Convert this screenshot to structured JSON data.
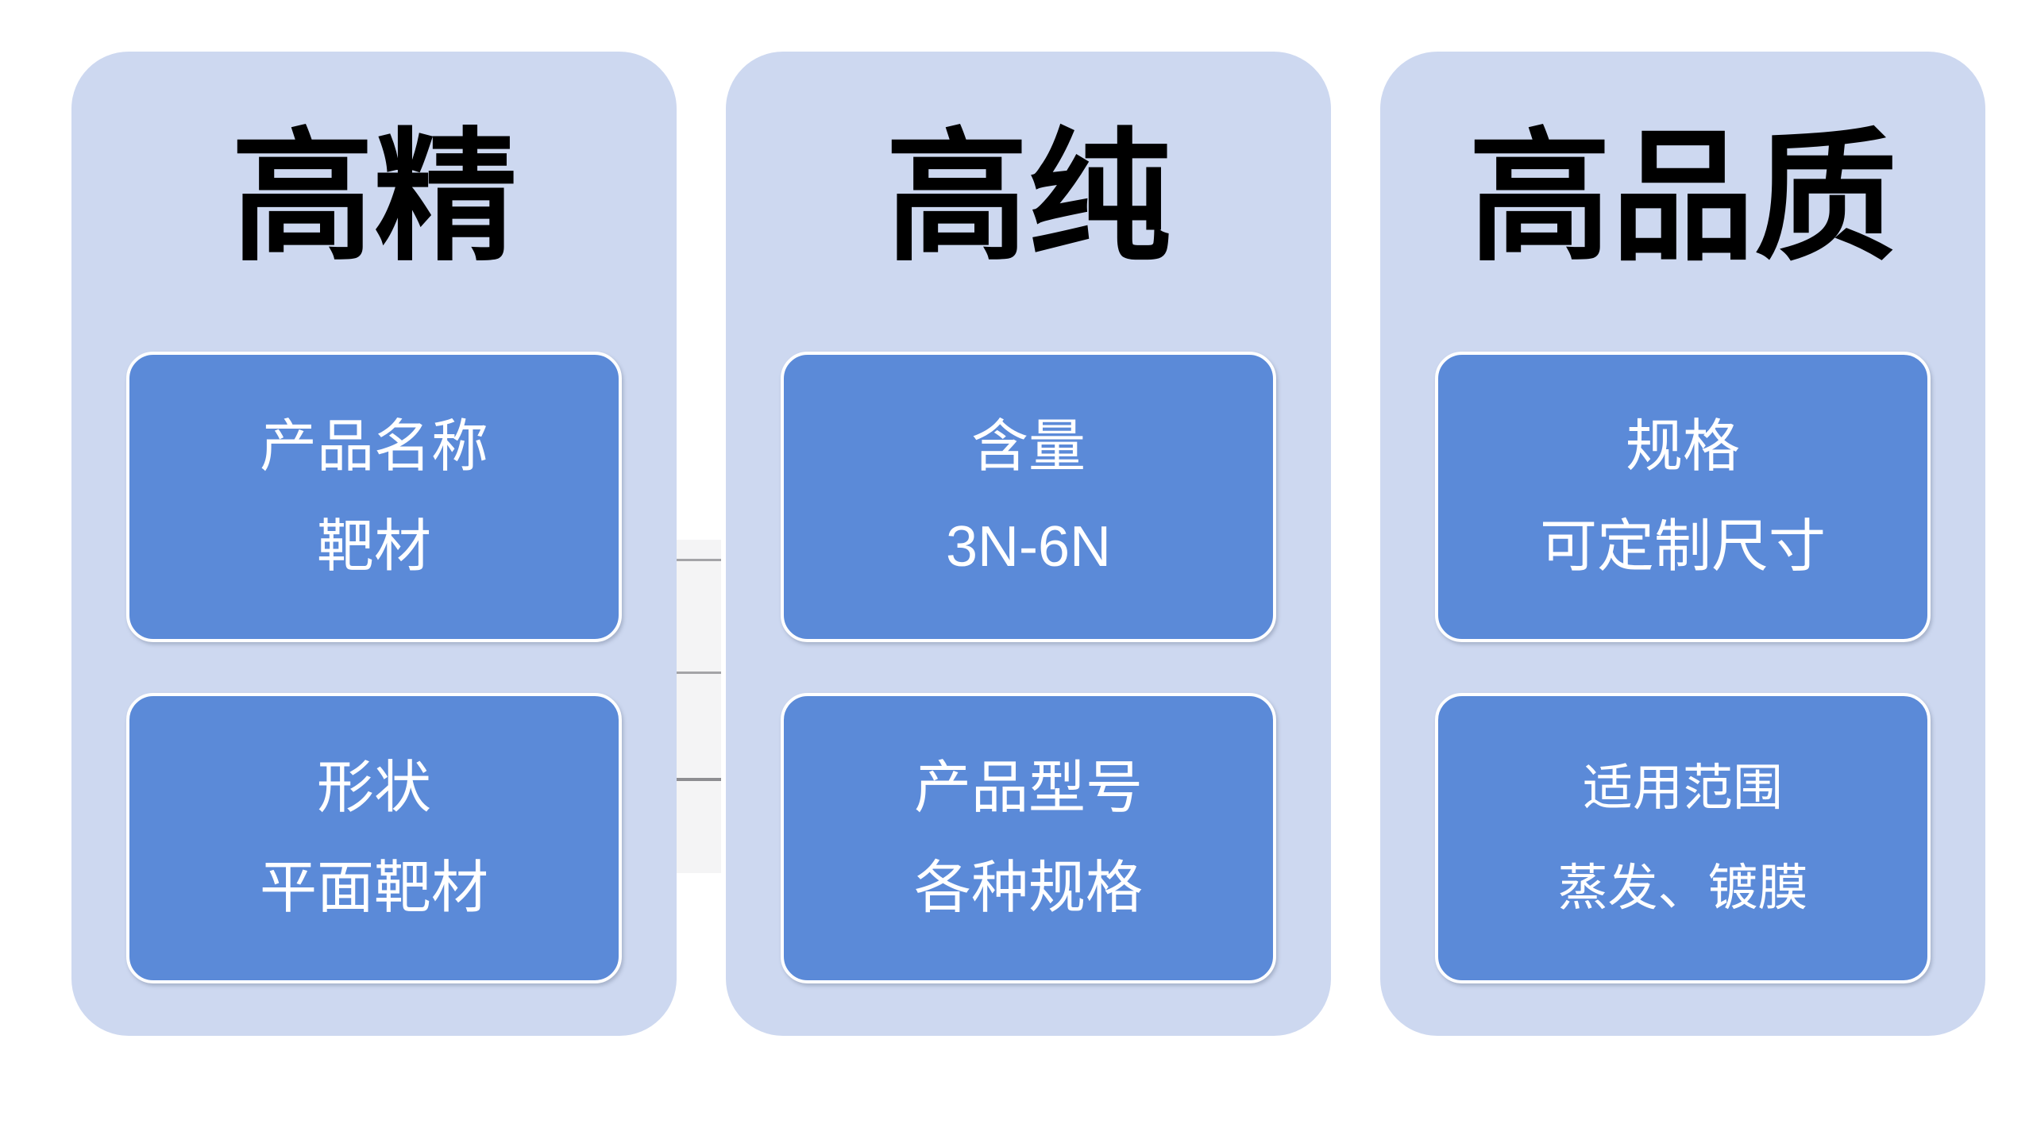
{
  "slide": {
    "columns": [
      {
        "title": "高精",
        "cards": [
          {
            "label": "产品名称",
            "value": "靶材"
          },
          {
            "label": "形状",
            "value": "平面靶材"
          }
        ]
      },
      {
        "title": "高纯",
        "cards": [
          {
            "label": "含量",
            "value": "3N-6N"
          },
          {
            "label": "产品型号",
            "value": "各种规格"
          }
        ]
      },
      {
        "title": "高品质",
        "cards": [
          {
            "label": "规格",
            "value": "可定制尺寸"
          },
          {
            "label": "适用范围",
            "value": "蒸发、镀膜"
          }
        ]
      }
    ]
  },
  "background_table_fragment": {
    "row_count": 4
  },
  "colors": {
    "page_bg": "#ffffff",
    "panel_bg": "#cdd8f0",
    "card_bg": "#5b8ad8",
    "card_border": "#ffffff",
    "title_text": "#000000",
    "card_text": "#ffffff",
    "table_fragment_bg": "#f4f4f5",
    "table_gridline": "#a4a4a7"
  }
}
